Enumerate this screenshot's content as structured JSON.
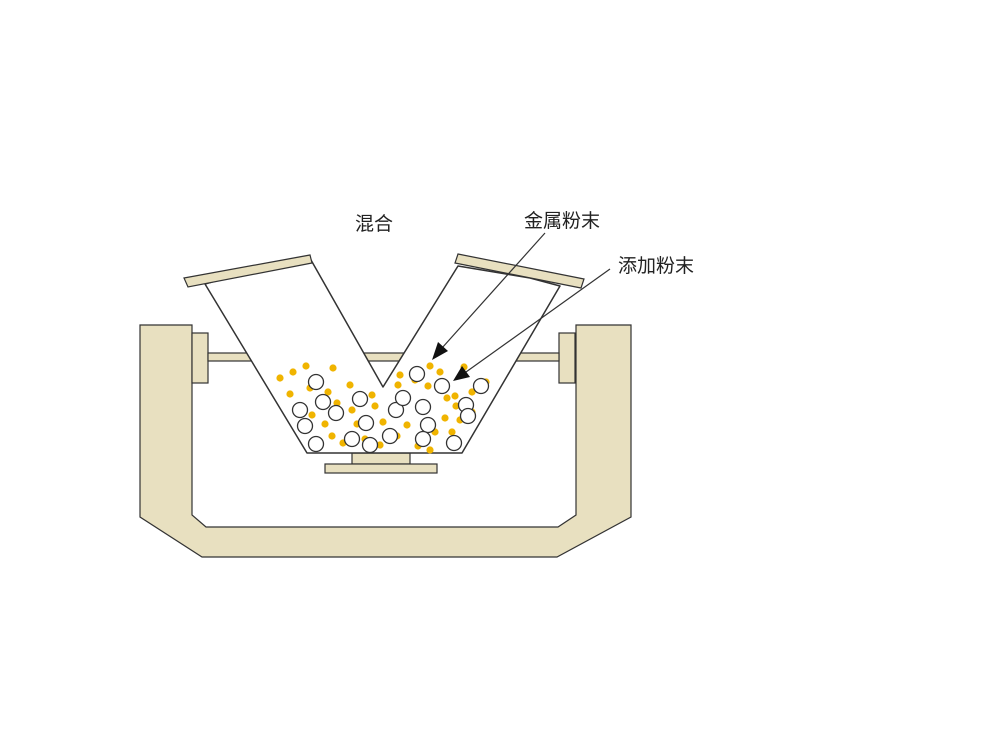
{
  "labels": {
    "mixing": "混合",
    "metal_powder": "金属粉末",
    "additive_powder": "添加粉末"
  },
  "colors": {
    "frame_fill": "#e8e0c0",
    "outline": "#333333",
    "metal_particle_fill": "#ffffff",
    "additive_particle_fill": "#f0b400"
  },
  "particles": {
    "metal_powder_shape": "hollow-circle",
    "additive_powder_shape": "solid-dot"
  }
}
